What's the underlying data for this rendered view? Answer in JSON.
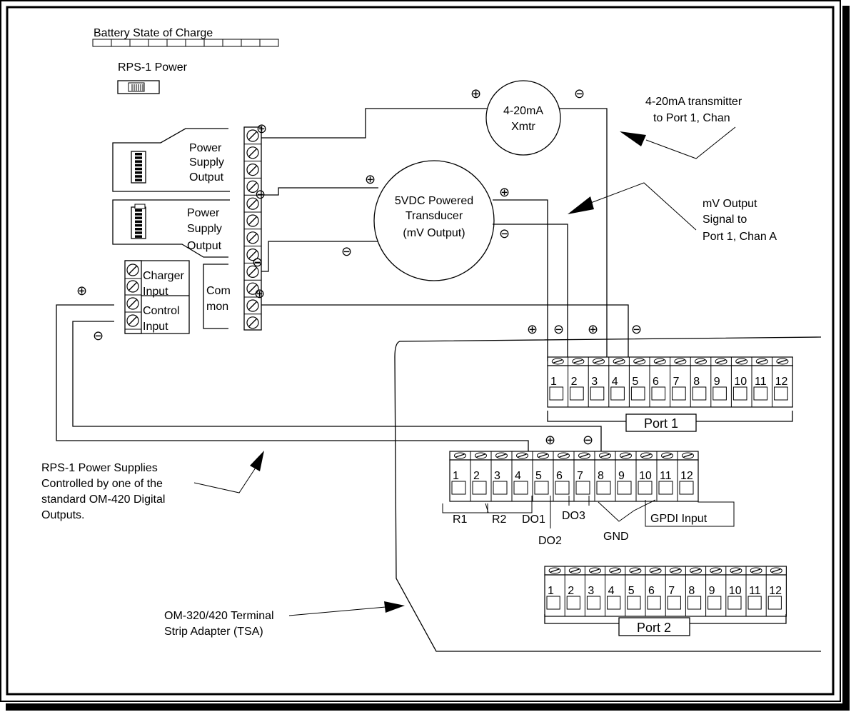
{
  "labels": {
    "battery": "Battery State of Charge",
    "rps_power": "RPS-1 Power",
    "xmtr_line1": "4-20mA",
    "xmtr_line2": "Xmtr",
    "trans_line1": "5VDC Powered",
    "trans_line2": "Transducer",
    "trans_line3": "(mV Output)",
    "ann_xmtr_1": "4-20mA transmitter",
    "ann_xmtr_2": "to Port 1, Chan",
    "ann_mv_1": "mV Output",
    "ann_mv_2": "Signal to",
    "ann_mv_3": "Port 1, Chan A",
    "ps1_1": "Power",
    "ps1_2": "Supply",
    "ps1_3": "Output",
    "ps2_1": "Power",
    "ps2_2": "Supply",
    "ps2_3": "Output",
    "charger_1": "Charger",
    "charger_2": "Input",
    "control_1": "Control",
    "control_2": "Input",
    "common_1": "Com",
    "common_2": "mon",
    "port1": "Port 1",
    "port2": "Port 2",
    "r1": "R1",
    "r2": "R2",
    "do1": "DO1",
    "do2": "DO2",
    "do3": "DO3",
    "gnd": "GND",
    "gpdi": "GPDI Input",
    "rps_note_1": "RPS-1 Power Supplies",
    "rps_note_2": "Controlled by one of the",
    "rps_note_3": "standard OM-420 Digital",
    "rps_note_4": "Outputs.",
    "tsa_1": "OM-320/420 Terminal",
    "tsa_2": "Strip Adapter (TSA)",
    "plus": "⊕",
    "minus": "⊖"
  },
  "terminal_numbers": [
    "1",
    "2",
    "3",
    "4",
    "5",
    "6",
    "7",
    "8",
    "9",
    "10",
    "11",
    "12"
  ]
}
